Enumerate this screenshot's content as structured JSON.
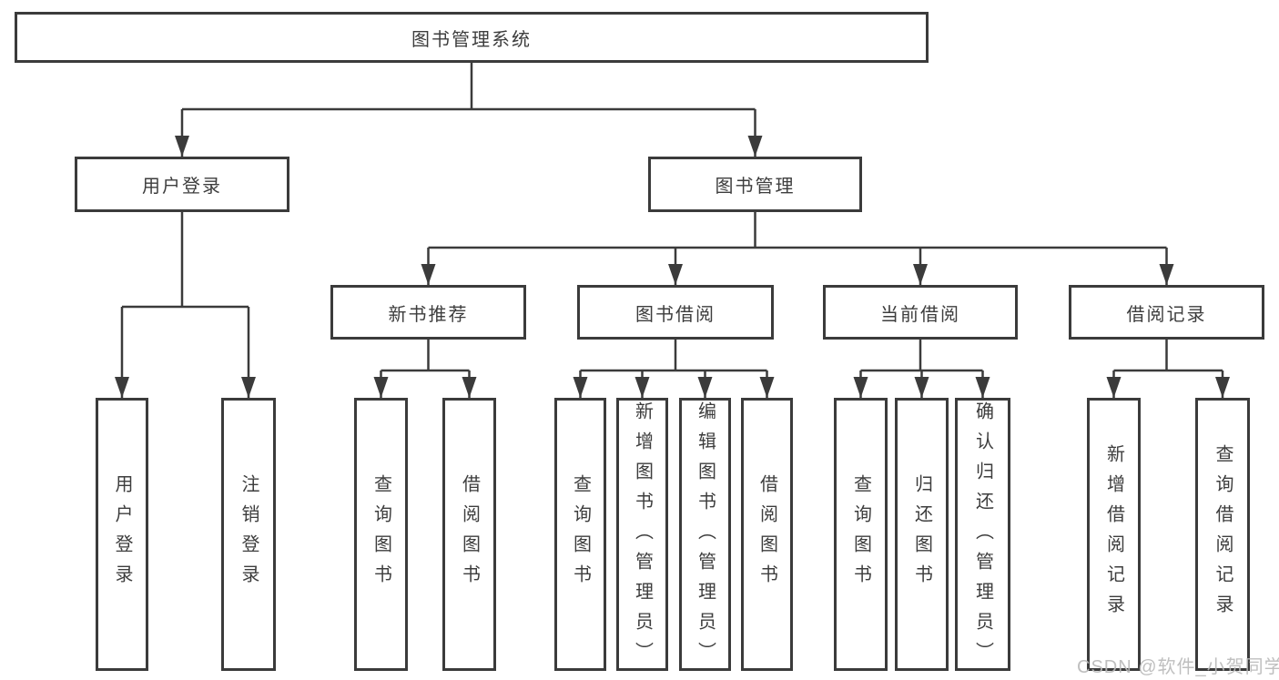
{
  "tree": {
    "label": "图书管理系统",
    "children": [
      {
        "label": "用户登录",
        "children": [
          {
            "label": "用户登录"
          },
          {
            "label": "注销登录"
          }
        ]
      },
      {
        "label": "图书管理",
        "children": [
          {
            "label": "新书推荐",
            "children": [
              {
                "label": "查询图书"
              },
              {
                "label": "借阅图书"
              }
            ]
          },
          {
            "label": "图书借阅",
            "children": [
              {
                "label": "查询图书"
              },
              {
                "label": "新增图书（管理员）"
              },
              {
                "label": "编辑图书（管理员）"
              },
              {
                "label": "借阅图书"
              }
            ]
          },
          {
            "label": "当前借阅",
            "children": [
              {
                "label": "查询图书"
              },
              {
                "label": "归还图书"
              },
              {
                "label": "确认归还（管理员）"
              }
            ]
          },
          {
            "label": "借阅记录",
            "children": [
              {
                "label": "新增借阅记录"
              },
              {
                "label": "查询借阅记录"
              }
            ]
          }
        ]
      }
    ]
  },
  "watermark": {
    "text": "CSDN @软件_小贺同学"
  },
  "colors": {
    "line": "#3b3b3b",
    "text": "#3d3d3d",
    "background": "#ffffff",
    "watermark": "#bababa"
  }
}
